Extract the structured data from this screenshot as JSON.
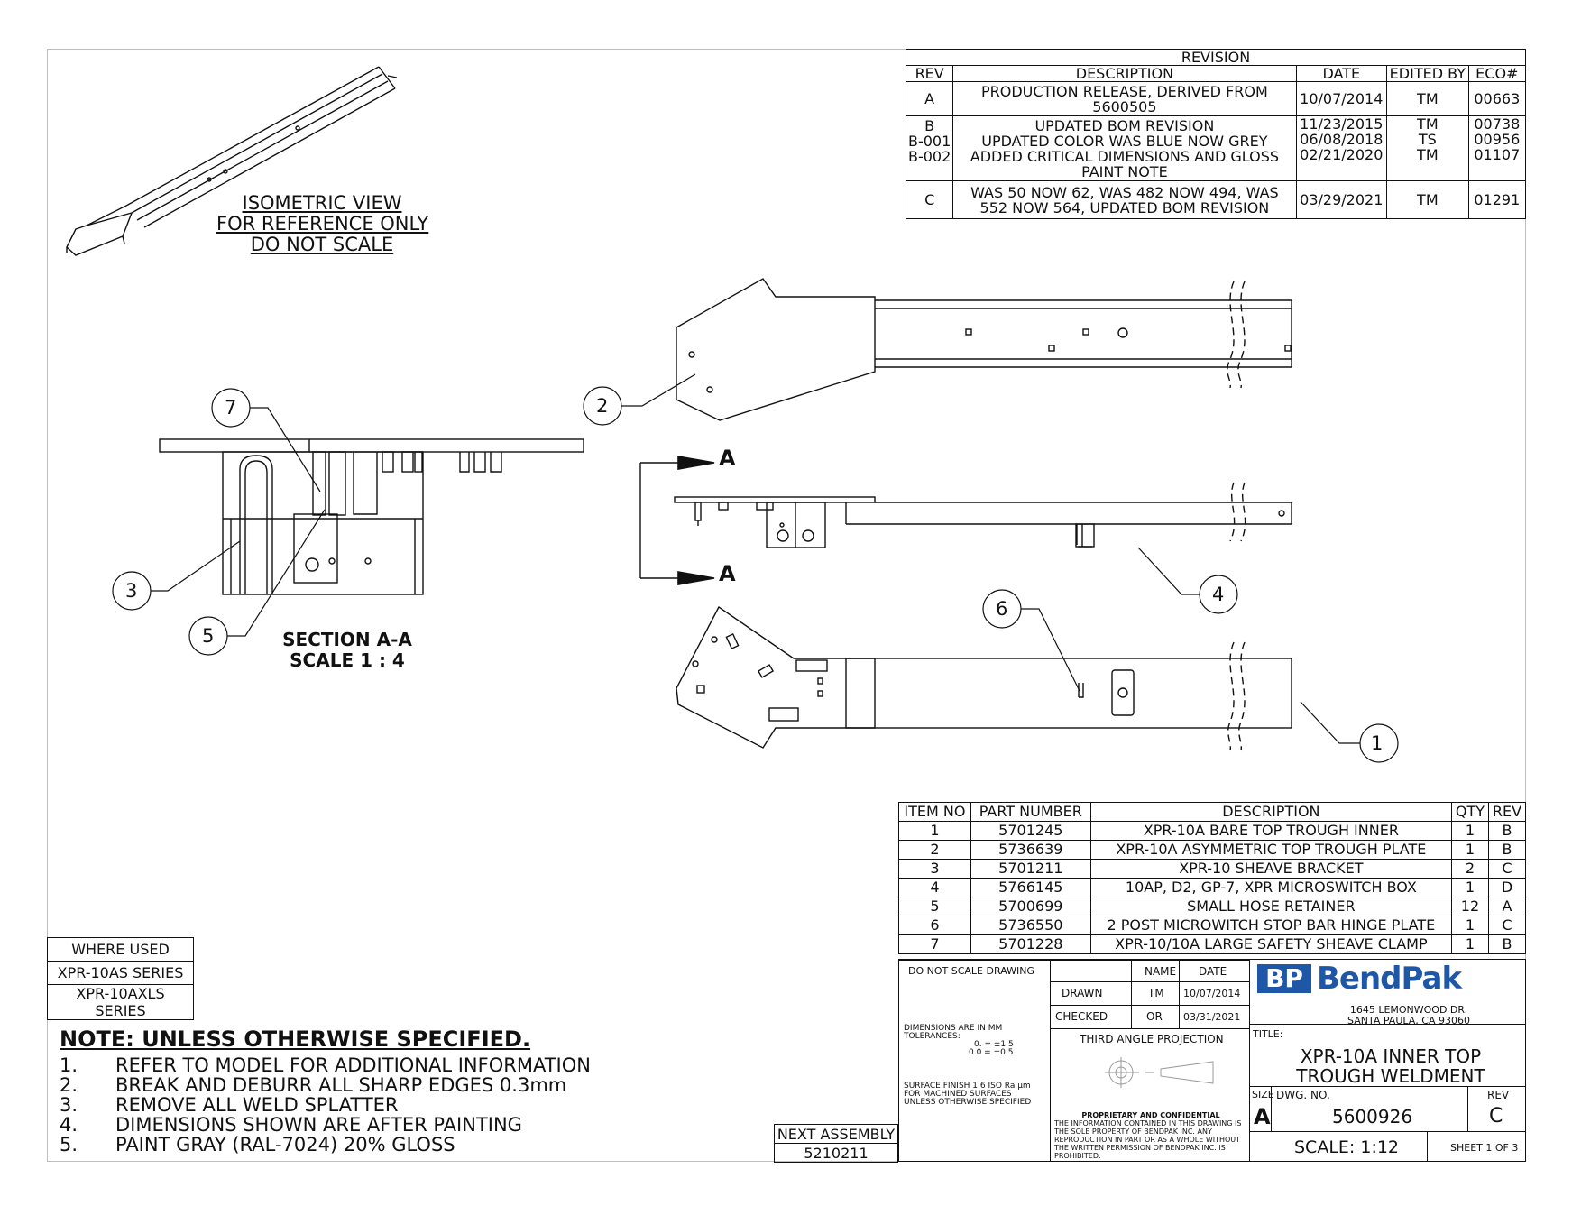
{
  "revision": {
    "title": "REVISION",
    "headers": [
      "REV",
      "DESCRIPTION",
      "DATE",
      "EDITED BY",
      "ECO#"
    ],
    "rows": [
      {
        "rev": "A",
        "description": "PRODUCTION RELEASE, DERIVED FROM 5600505",
        "date": "10/07/2014",
        "editor": "TM",
        "eco": "00663"
      },
      {
        "rev": "B",
        "description": "UPDATED BOM REVISION",
        "date": "11/23/2015",
        "editor": "TM",
        "eco": "00738"
      },
      {
        "rev": "B-001",
        "description": "UPDATED COLOR WAS BLUE NOW GREY",
        "date": "06/08/2018",
        "editor": "TS",
        "eco": "00956"
      },
      {
        "rev": "B-002",
        "description": "ADDED CRITICAL DIMENSIONS AND GLOSS PAINT NOTE",
        "date": "02/21/2020",
        "editor": "TM",
        "eco": "01107"
      },
      {
        "rev": "C",
        "description": "WAS 50 NOW 62, WAS 482 NOW 494, WAS 552 NOW 564, UPDATED BOM REVISION",
        "date": "03/29/2021",
        "editor": "TM",
        "eco": "01291"
      }
    ]
  },
  "iso_note": [
    "ISOMETRIC VIEW",
    "FOR REFERENCE ONLY",
    "DO NOT SCALE"
  ],
  "section": {
    "title": "SECTION A-A",
    "scale": "SCALE 1 : 4",
    "marker": "A"
  },
  "callouts": [
    "1",
    "2",
    "3",
    "4",
    "5",
    "6",
    "7"
  ],
  "bom": {
    "headers": [
      "ITEM NO",
      "PART NUMBER",
      "DESCRIPTION",
      "QTY",
      "REV"
    ],
    "rows": [
      {
        "item": "1",
        "part": "5701245",
        "description": "XPR-10A BARE TOP TROUGH INNER",
        "qty": "1",
        "rev": "B"
      },
      {
        "item": "2",
        "part": "5736639",
        "description": "XPR-10A ASYMMETRIC TOP TROUGH PLATE",
        "qty": "1",
        "rev": "B"
      },
      {
        "item": "3",
        "part": "5701211",
        "description": "XPR-10 SHEAVE BRACKET",
        "qty": "2",
        "rev": "C"
      },
      {
        "item": "4",
        "part": "5766145",
        "description": "10AP, D2, GP-7, XPR MICROSWITCH BOX",
        "qty": "1",
        "rev": "D"
      },
      {
        "item": "5",
        "part": "5700699",
        "description": "SMALL HOSE RETAINER",
        "qty": "12",
        "rev": "A"
      },
      {
        "item": "6",
        "part": "5736550",
        "description": "2 POST MICROWITCH STOP BAR HINGE PLATE",
        "qty": "1",
        "rev": "C"
      },
      {
        "item": "7",
        "part": "5701228",
        "description": "XPR-10/10A LARGE SAFETY SHEAVE CLAMP",
        "qty": "1",
        "rev": "B"
      }
    ]
  },
  "where_used": {
    "title": "WHERE USED",
    "items": [
      "XPR-10AS SERIES",
      "XPR-10AXLS SERIES"
    ]
  },
  "notes": {
    "title": "NOTE: UNLESS OTHERWISE SPECIFIED.",
    "items": [
      {
        "n": "1.",
        "text": "REFER TO MODEL FOR ADDITIONAL INFORMATION"
      },
      {
        "n": "2.",
        "text": "BREAK AND DEBURR ALL SHARP EDGES 0.3mm"
      },
      {
        "n": "3.",
        "text": "REMOVE ALL WELD SPLATTER"
      },
      {
        "n": "4.",
        "text": "DIMENSIONS SHOWN ARE AFTER PAINTING"
      },
      {
        "n": "5.",
        "text": "PAINT GRAY (RAL-7024) 20% GLOSS"
      }
    ]
  },
  "next_assembly": {
    "label": "NEXT ASSEMBLY",
    "value": "5210211"
  },
  "title_block": {
    "do_not_scale": "DO NOT SCALE DRAWING",
    "name_label": "NAME",
    "date_label": "DATE",
    "drawn_label": "DRAWN",
    "drawn_name": "TM",
    "drawn_date": "10/07/2014",
    "checked_label": "CHECKED",
    "checked_name": "OR",
    "checked_date": "03/31/2021",
    "dims_1": "DIMENSIONS ARE IN MM",
    "dims_2": "TOLERANCES:",
    "tol_1": "0. = ±1.5",
    "tol_2": "0.0 = ±0.5",
    "finish_1": "SURFACE FINISH 1.6 ISO Ra µm",
    "finish_2": "FOR MACHINED SURFACES",
    "finish_3": "UNLESS OTHERWISE SPECIFIED",
    "projection": "THIRD ANGLE PROJECTION",
    "prop_title": "PROPRIETARY AND CONFIDENTIAL",
    "prop_1": "THE INFORMATION CONTAINED IN THIS DRAWING IS",
    "prop_2": "THE SOLE PROPERTY OF BENDPAK INC. ANY",
    "prop_3": "REPRODUCTION IN PART OR AS A WHOLE WITHOUT",
    "prop_4": "THE WRITTEN PERMISSION OF BENDPAK INC. IS",
    "prop_5": "PROHIBITED.",
    "logo_mark": "BP",
    "logo_text": "BendPak",
    "address_1": "1645 LEMONWOOD DR.",
    "address_2": "SANTA PAULA, CA 93060",
    "title_label": "TITLE:",
    "title_1": "XPR-10A INNER TOP",
    "title_2": "TROUGH WELDMENT",
    "size_label": "SIZE",
    "size": "A",
    "dwg_label": "DWG.  NO.",
    "dwg_no": "5600926",
    "rev_label": "REV",
    "rev": "C",
    "scale": "SCALE: 1:12",
    "sheet": "SHEET 1 OF 3"
  },
  "colors": {
    "logo_blue": "#1f57a8",
    "logo_grey": "#8a8f99",
    "line": "#111111",
    "frame": "#bdbdbd"
  }
}
